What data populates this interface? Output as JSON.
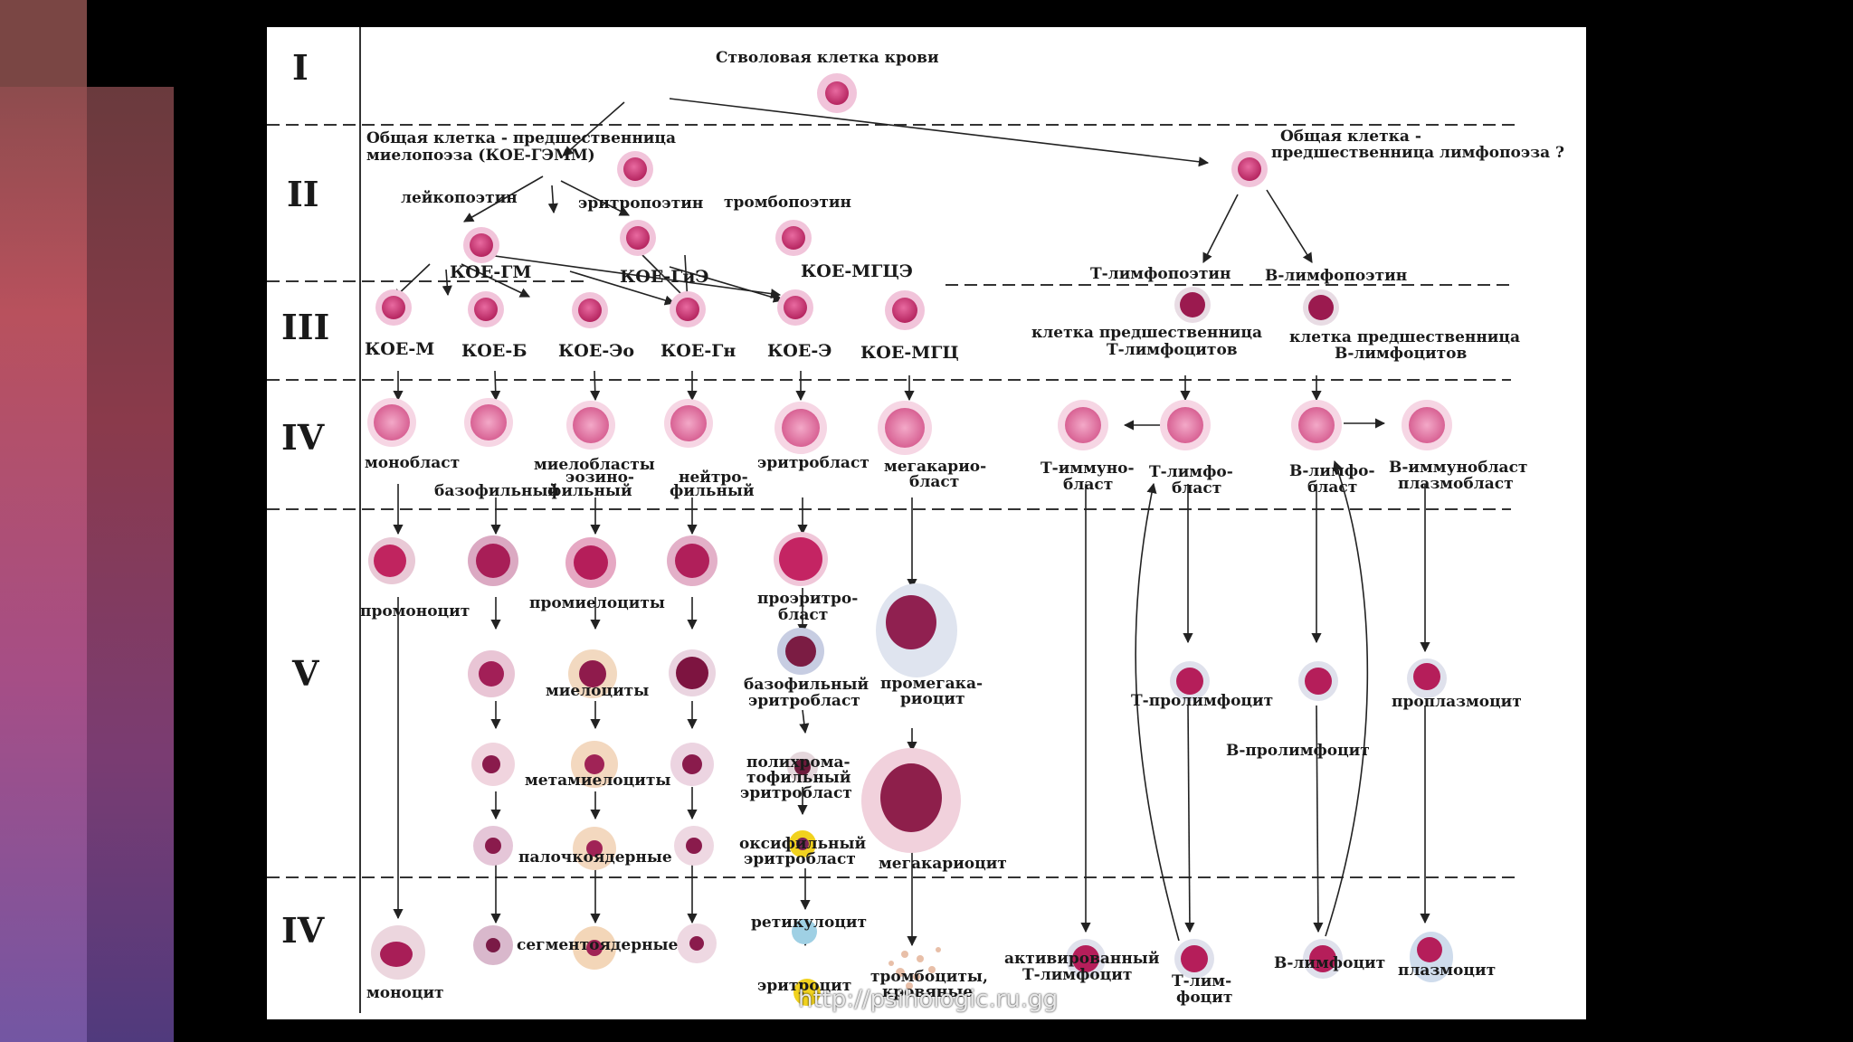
{
  "stages": [
    "I",
    "II",
    "III",
    "IV",
    "V",
    "IV"
  ],
  "title": "Стволовая клетка крови",
  "myelo_progenitor": [
    "Общая клетка - предшественница",
    "миелопоэза (КОЕ-ГЭММ)"
  ],
  "lympho_progenitor": [
    "Общая клетка -",
    "предшественница лимфопоэза ?"
  ],
  "hormones": {
    "leukopoietin": "лейкопоэтин",
    "erythropoietin": "эритропоэтин",
    "thrombopoietin": "тромбопоэтин",
    "t_lymphopoietin": "Т-лимфопоэтин",
    "b_lymphopoietin": "В-лимфопоэтин"
  },
  "cfu2": {
    "gm": "КОЕ-ГМ",
    "gie": "КОЕ-ГиЭ",
    "mgce": "КОЕ-МГЦЭ"
  },
  "cfu3": [
    "КОЕ-М",
    "КОЕ-Б",
    "КОЕ-Эо",
    "КОЕ-Гн",
    "КОЕ-Э",
    "КОЕ-МГЦ"
  ],
  "t_precursor": [
    "клетка предшественница",
    "Т-лимфоцитов"
  ],
  "b_precursor": [
    "клетка предшественница",
    "В-лимфоцитов"
  ],
  "blasts": {
    "monoblast": "монобласт",
    "basophilic": "базофильный",
    "myeloblasts": "миелобласты",
    "eosino": [
      "эозино-",
      "фильный"
    ],
    "neutro": [
      "нейтро-",
      "фильный"
    ],
    "erythroblast": "эритробласт",
    "megakaryoblast": [
      "мегакарио-",
      "бласт"
    ],
    "t_immunoblast": [
      "Т-иммуно-",
      "бласт"
    ],
    "t_lymphoblast": [
      "Т-лимфо-",
      "бласт"
    ],
    "b_lymphoblast": [
      "В-лимфо-",
      "бласт"
    ],
    "b_immunoblast": [
      "В-иммунобласт",
      "плазмобласт"
    ]
  },
  "maturing": {
    "promonocyte": "промоноцит",
    "promyelocytes": "промиелоциты",
    "proerythroblast": [
      "проэритро-",
      "бласт"
    ],
    "myelocytes": "миелоциты",
    "basophilic_erythroblast": [
      "базофильный",
      "эритробласт"
    ],
    "promegakaryocyte": [
      "промегака-",
      "риоцит"
    ],
    "t_prolymphocyte": "Т-пролимфоцит",
    "proplasmocyte": "проплазмоцит",
    "b_prolymphocyte": "В-пролимфоцит",
    "metamyelocytes": "метамиелоциты",
    "polychromatophilic": [
      "полихрома-",
      "тофильный",
      "эритробласт"
    ],
    "band": "палочкоядерные",
    "oxyphilic": [
      "оксифильный",
      "эритробласт"
    ],
    "megakaryocyte": "мегакариоцит"
  },
  "mature": {
    "monocyte": "моноцит",
    "segmented": "сегментоядерные",
    "reticulocyte": "ретикулоцит",
    "erythrocyte": "эритроцит",
    "platelets": [
      "тромбоциты,",
      "кровяные"
    ],
    "activated_t": [
      "активированный",
      "Т-лимфоцит"
    ],
    "t_lymphocyte": [
      "Т-лим-",
      "фоцит"
    ],
    "b_lymphocyte": "В-лимфоцит",
    "plasmocyte": "плазмоцит"
  },
  "watermark": "http://psihologic.ru.gg",
  "colors": {
    "cell_pink": "#d4477e",
    "cell_nucleus": "#a81e57",
    "cell_halo": "#f1c4da",
    "erythrocyte": "#f1d21f",
    "reticulocyte": "#9fd0e4"
  }
}
